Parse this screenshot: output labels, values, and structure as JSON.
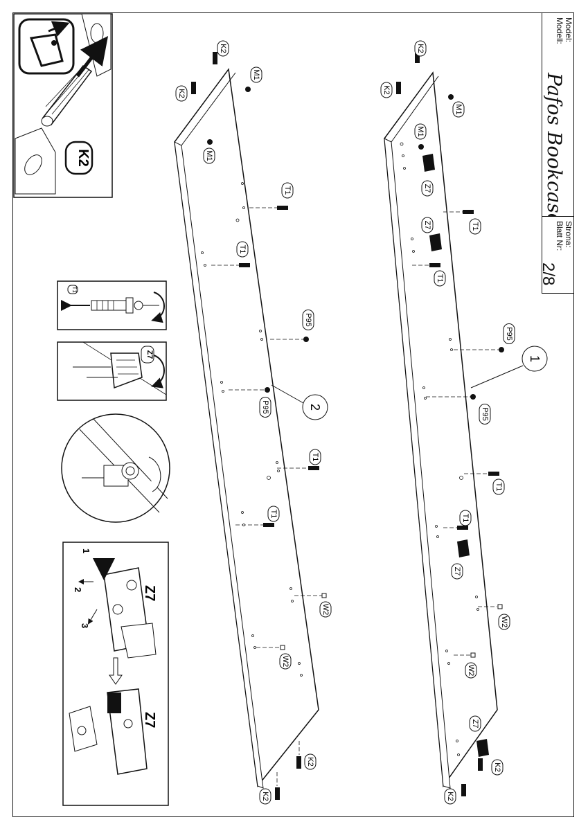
{
  "title_block": {
    "model_label_1": "Model:",
    "model_label_2": "Modell:",
    "product_name": "Pafos Bookcase",
    "page_label_1": "Strona:",
    "page_label_2": "Blatt Nr:",
    "page_number": "2/8"
  },
  "details": {
    "k2_detail_label": "K2",
    "t1_detail_label": "T1",
    "z7_detail_label": "Z7",
    "z7_steps": [
      "1",
      "2",
      "3"
    ],
    "z7_label_a": "Z7",
    "z7_label_b": "Z7"
  },
  "panel_2": {
    "callout": "2",
    "parts": [
      "K2",
      "K2",
      "M1",
      "M1",
      "T1",
      "T1",
      "P95",
      "P95",
      "T1",
      "T1",
      "W2",
      "W2",
      "K2",
      "K2"
    ]
  },
  "panel_1": {
    "callout": "1",
    "parts": [
      "K2",
      "K2",
      "M1",
      "M1",
      "Z7",
      "Z7",
      "T1",
      "T1",
      "P95",
      "P95",
      "T1",
      "T1",
      "Z7",
      "W2",
      "W2",
      "Z7",
      "K2",
      "K2"
    ]
  }
}
